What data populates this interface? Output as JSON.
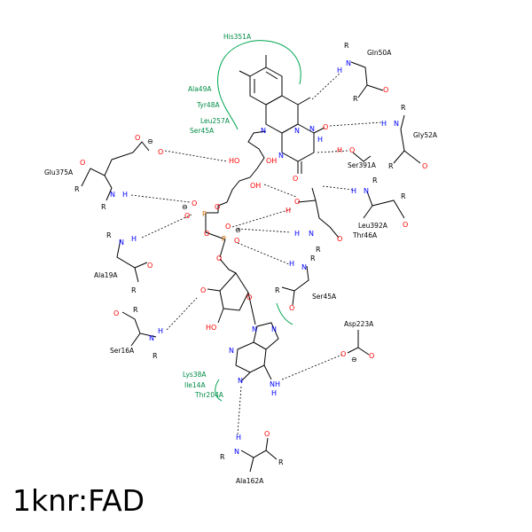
{
  "title": "1knr:FAD",
  "residues": [
    {
      "id": "his351",
      "name": "His351A",
      "green": true
    },
    {
      "id": "gln50",
      "name": "Gln50A",
      "green": false
    },
    {
      "id": "ala49",
      "name": "Ala49A",
      "green": true
    },
    {
      "id": "tyr48",
      "name": "Tyr48A",
      "green": true
    },
    {
      "id": "leu257",
      "name": "Leu257A",
      "green": true
    },
    {
      "id": "ser45-top",
      "name": "Ser45A",
      "green": true
    },
    {
      "id": "gly52",
      "name": "Gly52A",
      "green": false
    },
    {
      "id": "ser391",
      "name": "Ser391A",
      "green": false
    },
    {
      "id": "glu375",
      "name": "Glu375A",
      "green": false
    },
    {
      "id": "leu392",
      "name": "Leu392A",
      "green": false
    },
    {
      "id": "thr46",
      "name": "Thr46A",
      "green": false
    },
    {
      "id": "ala19",
      "name": "Ala19A",
      "green": false
    },
    {
      "id": "ser45-bottom",
      "name": "Ser45A",
      "green": false
    },
    {
      "id": "ser16",
      "name": "Ser16A",
      "green": false
    },
    {
      "id": "asp223",
      "name": "Asp223A",
      "green": false
    },
    {
      "id": "lys38",
      "name": "Lys38A",
      "green": true
    },
    {
      "id": "ile14",
      "name": "Ile14A",
      "green": true
    },
    {
      "id": "thr204",
      "name": "Thr204A",
      "green": true
    },
    {
      "id": "ala162",
      "name": "Ala162A",
      "green": false
    }
  ],
  "atoms": {
    "N": "N",
    "O": "O",
    "H": "H",
    "P": "P",
    "R": "R",
    "OH": "OH",
    "HO": "HO",
    "NH": "NH",
    "minus": "⊖"
  },
  "colors": {
    "nitrogen": "#0000ff",
    "oxygen": "#ff0000",
    "phosphorus": "#cc6600",
    "hydrophobic": "#00a651",
    "text": "#000000"
  }
}
